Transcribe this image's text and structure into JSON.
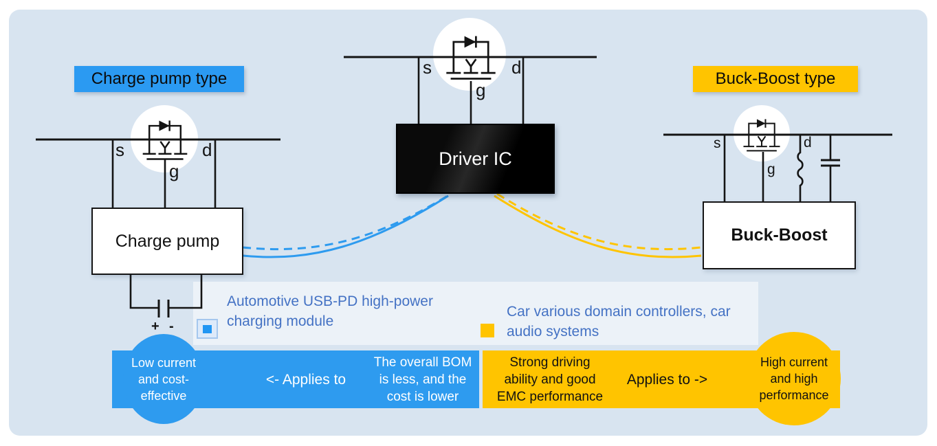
{
  "panel": {
    "bg": "#d8e4f0"
  },
  "colors": {
    "blue_accent": "#2b9af2",
    "banner_blue": "#2e9bef",
    "yellow_accent": "#ffc400",
    "legend_text_blue": "#4472c4",
    "wire": "#141414",
    "driver_ic_bg": "#000000"
  },
  "headers": {
    "charge_pump_type": "Charge pump type",
    "buck_boost_type": "Buck-Boost type"
  },
  "blocks": {
    "driver_ic": "Driver IC",
    "charge_pump": "Charge pump",
    "buck_boost": "Buck-Boost"
  },
  "pins": {
    "source": "s",
    "drain": "d",
    "gate": "g",
    "plus": "+",
    "minus": "-"
  },
  "legends": {
    "blue_text": "Automotive USB-PD high-power\ncharging module",
    "yellow_text": "Car various domain controllers, car\naudio systems"
  },
  "banner": {
    "blue_circle": "Low current\nand cost-\neffective",
    "blue_applies": "<- Applies to",
    "blue_detail": "The overall BOM\nis less, and the\ncost is lower",
    "yellow_detail": "Strong driving\nability and good\nEMC performance",
    "yellow_applies": "Applies to ->",
    "yellow_circle": "High current\nand high\nperformance"
  }
}
